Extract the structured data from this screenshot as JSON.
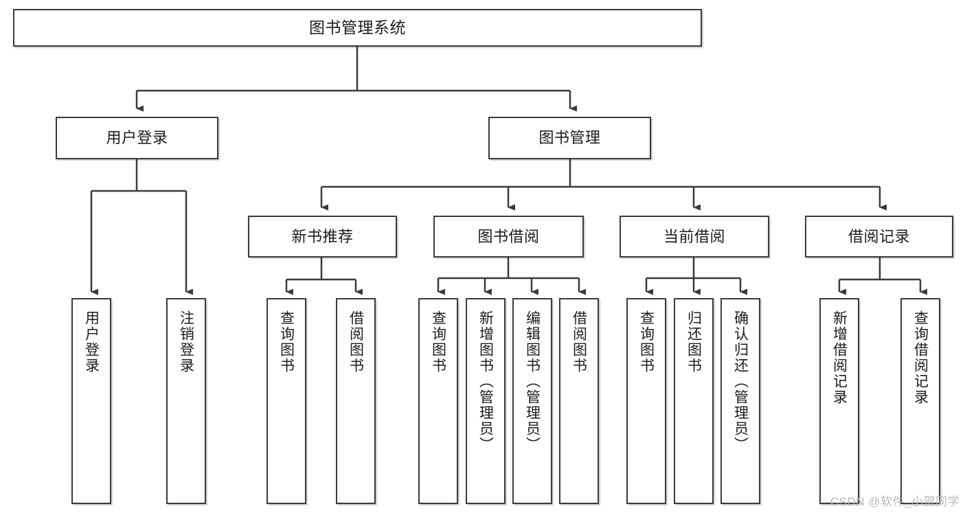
{
  "diagram": {
    "type": "tree-hierarchy",
    "title": "图书管理系统",
    "watermark": "CSDN @软件_小贺同学",
    "colors": {
      "box_border": "#3a3a3a",
      "box_fill": "#ffffff",
      "connector": "#3a3a3a",
      "text": "#1b1b1b",
      "watermark": "#b9b9b9"
    },
    "nodes": {
      "root": {
        "label": "图书管理系统"
      },
      "level2": [
        {
          "label": "用户登录"
        },
        {
          "label": "图书管理"
        }
      ],
      "level3": [
        {
          "label": "新书推荐"
        },
        {
          "label": "图书借阅"
        },
        {
          "label": "当前借阅"
        },
        {
          "label": "借阅记录"
        }
      ],
      "leaves_user_login": [
        {
          "label": "用户登录"
        },
        {
          "label": "注销登录"
        }
      ],
      "leaves_new_book": [
        {
          "label": "查询图书"
        },
        {
          "label": "借阅图书"
        }
      ],
      "leaves_borrow": [
        {
          "label": "查询图书"
        },
        {
          "label": "新增图书（管理员）"
        },
        {
          "label": "编辑图书（管理员）"
        },
        {
          "label": "借阅图书"
        }
      ],
      "leaves_current": [
        {
          "label": "查询图书"
        },
        {
          "label": "归还图书"
        },
        {
          "label": "确认归还（管理员）"
        }
      ],
      "leaves_record": [
        {
          "label": "新增借阅记录"
        },
        {
          "label": "查询借阅记录"
        }
      ]
    }
  }
}
